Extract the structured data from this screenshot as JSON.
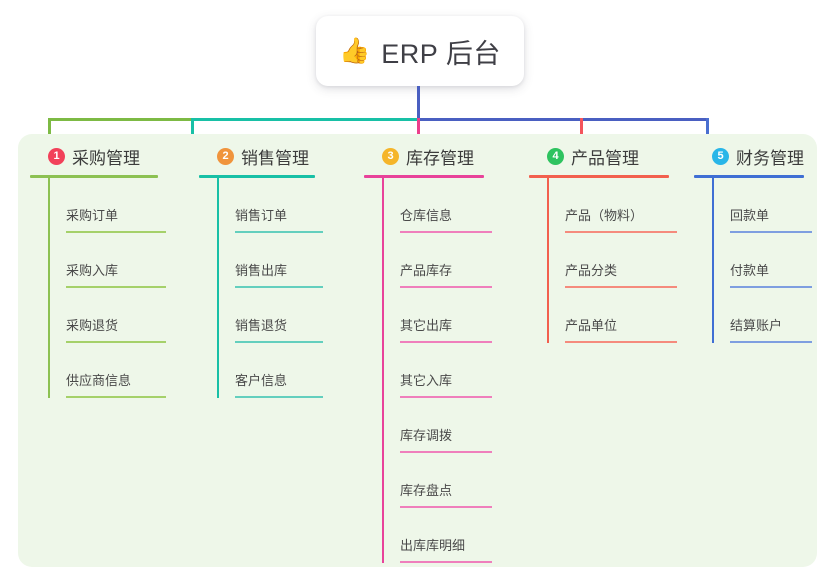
{
  "root": {
    "icon": "thumbs-up-icon",
    "icon_glyph": "👍",
    "title": "ERP 后台"
  },
  "palette": {
    "panel_bg": "#eef7e9",
    "page_bg": "#ffffff",
    "root_stem": "#4a5fc1",
    "trunk_left": "#7dba44",
    "trunk_mid": "#18c0a6",
    "trunk_right": "#4a5fc1",
    "text": "#3c3c3c"
  },
  "branches": [
    {
      "number": "1",
      "title": "采购管理",
      "badge_color": "#f2415a",
      "line_color": "#8cc152",
      "rule_color": "#a5d16a",
      "drop_color": "#7dba44",
      "leaf_width": 100,
      "items": [
        "采购订单",
        "采购入库",
        "采购退货",
        "供应商信息"
      ]
    },
    {
      "number": "2",
      "title": "销售管理",
      "badge_color": "#f0943c",
      "line_color": "#18c0a6",
      "rule_color": "#63cfbe",
      "drop_color": "#18c0a6",
      "leaf_width": 88,
      "items": [
        "销售订单",
        "销售出库",
        "销售退货",
        "客户信息"
      ]
    },
    {
      "number": "3",
      "title": "库存管理",
      "badge_color": "#f5b52a",
      "line_color": "#e8439a",
      "rule_color": "#ef7fbc",
      "drop_color": "#ec3f8c",
      "leaf_width": 92,
      "items": [
        "仓库信息",
        "产品库存",
        "其它出库",
        "其它入库",
        "库存调拨",
        "库存盘点",
        "出库库明细"
      ]
    },
    {
      "number": "4",
      "title": "产品管理",
      "badge_color": "#2ec35f",
      "line_color": "#f2604e",
      "rule_color": "#f58b7d",
      "drop_color": "#f4545c",
      "leaf_width": 112,
      "items": [
        "产品（物料）",
        "产品分类",
        "产品单位"
      ]
    },
    {
      "number": "5",
      "title": "财务管理",
      "badge_color": "#29b6e8",
      "line_color": "#3f6fd4",
      "rule_color": "#7e9ee0",
      "drop_color": "#4a6fd0",
      "leaf_width": 82,
      "items": [
        "回款单",
        "付款单",
        "结算账户"
      ]
    }
  ]
}
